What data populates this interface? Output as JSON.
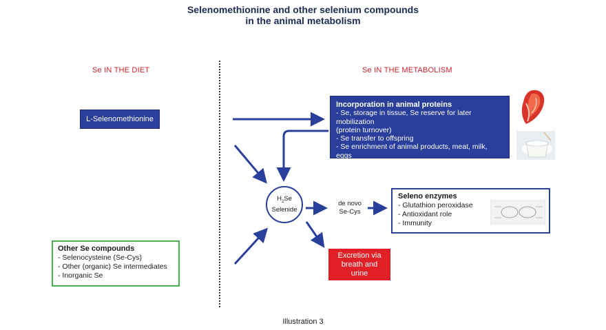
{
  "title": {
    "line1": "Selenomethionine and other selenium compounds",
    "line2": "in the animal metabolism"
  },
  "sections": {
    "diet": "Se IN THE DIET",
    "metabolism": "Se IN THE METABOLISM"
  },
  "l_selenomethionine": "L-Selenomethionine",
  "incorporation": {
    "title": "Incorporation in animal proteins",
    "items": [
      "- Se, storage in tissue, Se reserve for later mobilization",
      "(protein turnover)",
      "- Se transfer to offspring",
      "- Se enrichment of animal products, meat, milk,",
      "eggs"
    ]
  },
  "selenide": {
    "formula_h": "H",
    "formula_sub": "2",
    "formula_se": "Se",
    "name": "Selenide"
  },
  "de_novo": {
    "line1": "de novo",
    "line2": "Se-Cys"
  },
  "seleno_enzymes": {
    "title": "Seleno enzymes",
    "items": [
      "- Glutathion peroxidase",
      "- Antioxidant role",
      "- Immunity"
    ]
  },
  "excretion": {
    "line1": "Excretion via",
    "line2": "breath and",
    "line3": "urine"
  },
  "other_compounds": {
    "title": "Other Se compounds",
    "items": [
      "- Selenocysteine (Se-Cys)",
      "- Other (organic) Se intermediates",
      "- Inorganic Se"
    ]
  },
  "caption": "Illustration 3",
  "colors": {
    "navy": "#2a3e9c",
    "red": "#e01f26",
    "label_red": "#d0202a",
    "green": "#4caf50"
  }
}
